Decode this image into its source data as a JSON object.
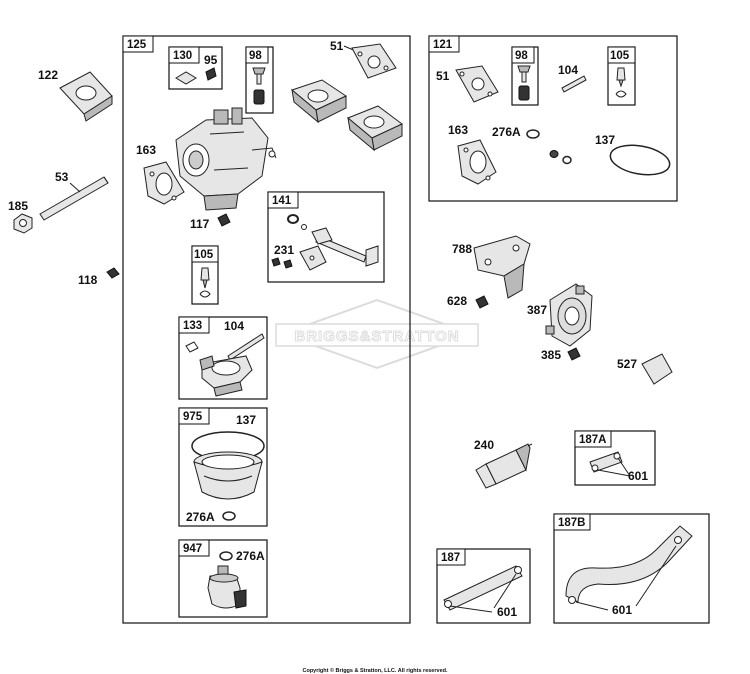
{
  "watermark": "BRIGGS&STRATTON",
  "copyright": "Copyright © Briggs & Stratton, LLC. All rights reserved.",
  "labels": {
    "p122": "122",
    "p53": "53",
    "p185": "185",
    "p118": "118",
    "kit125": "125",
    "kit130": "130",
    "p95": "95",
    "kit98a": "98",
    "p51a": "51",
    "p163a": "163",
    "p117": "117",
    "kit141": "141",
    "p231": "231",
    "kit105a": "105",
    "kit133": "133",
    "p104a": "104",
    "kit975": "975",
    "p137a": "137",
    "p276a1": "276A",
    "kit947": "947",
    "p276a2": "276A",
    "kit121": "121",
    "kit98b": "98",
    "kit105b": "105",
    "p51b": "51",
    "p104b": "104",
    "p163b": "163",
    "p276a3": "276A",
    "p137b": "137",
    "p788": "788",
    "p628": "628",
    "p387": "387",
    "p385": "385",
    "p527": "527",
    "p240": "240",
    "kit187a": "187A",
    "p601a": "601",
    "kit187b": "187B",
    "kit187": "187",
    "p601b": "601",
    "p601c": "601"
  }
}
